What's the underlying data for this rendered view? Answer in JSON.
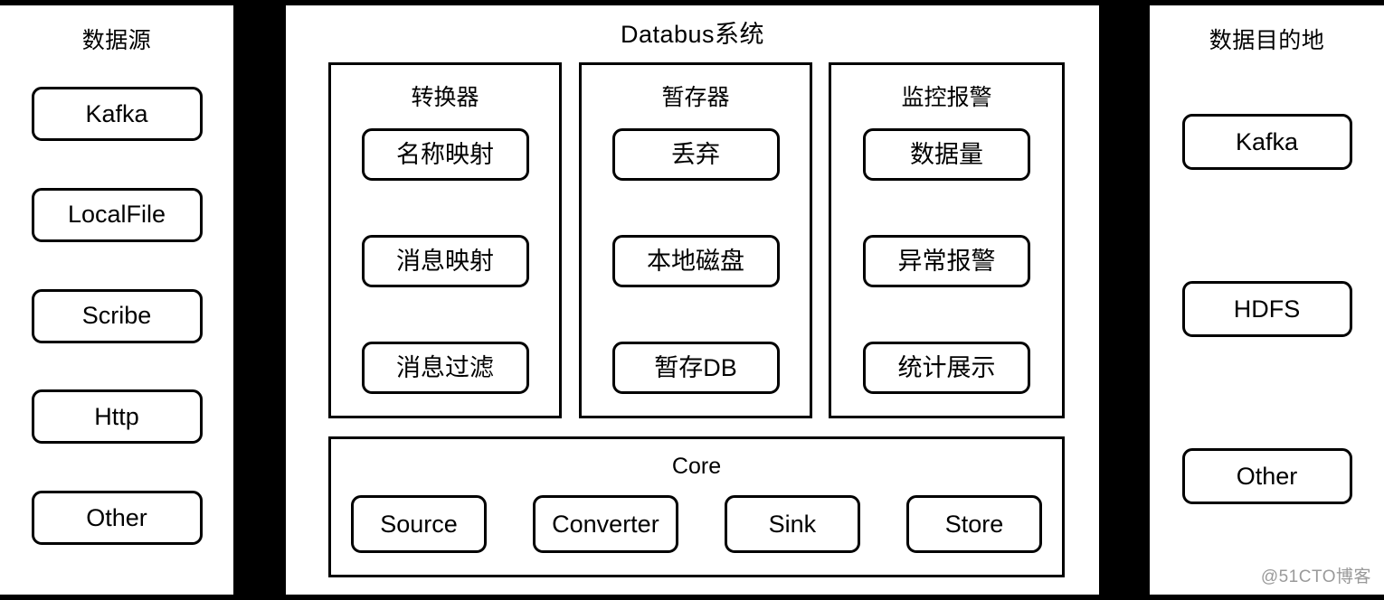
{
  "diagram": {
    "title": "Databus系统",
    "watermark": "@51CTO博客",
    "colors": {
      "background": "#000000",
      "panel": "#ffffff",
      "stroke": "#000000",
      "watermark": "#9a9a9a"
    }
  },
  "source_panel": {
    "title": "数据源",
    "items": [
      {
        "label": "Kafka"
      },
      {
        "label": "LocalFile"
      },
      {
        "label": "Scribe"
      },
      {
        "label": "Http"
      },
      {
        "label": "Other"
      }
    ]
  },
  "databus_panel": {
    "title": "Databus系统",
    "groups": [
      {
        "title": "转换器",
        "items": [
          {
            "label": "名称映射"
          },
          {
            "label": "消息映射"
          },
          {
            "label": "消息过滤"
          }
        ]
      },
      {
        "title": "暂存器",
        "items": [
          {
            "label": "丢弃"
          },
          {
            "label": "本地磁盘"
          },
          {
            "label": "暂存DB"
          }
        ]
      },
      {
        "title": "监控报警",
        "items": [
          {
            "label": "数据量"
          },
          {
            "label": "异常报警"
          },
          {
            "label": "统计展示"
          }
        ]
      }
    ],
    "core": {
      "title": "Core",
      "items": [
        {
          "label": "Source"
        },
        {
          "label": "Converter"
        },
        {
          "label": "Sink"
        },
        {
          "label": "Store"
        }
      ]
    }
  },
  "destination_panel": {
    "title": "数据目的地",
    "items": [
      {
        "label": "Kafka"
      },
      {
        "label": "HDFS"
      },
      {
        "label": "Other"
      }
    ]
  }
}
